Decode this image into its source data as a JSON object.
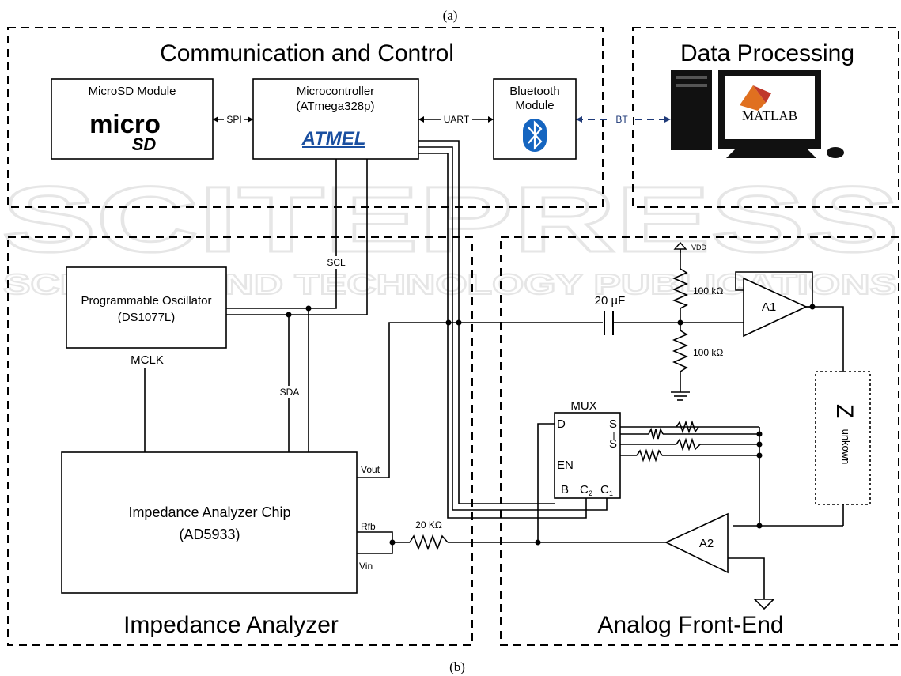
{
  "captions": {
    "top": "(a)",
    "bottom": "(b)"
  },
  "watermark": {
    "main": "SCITEPRESS",
    "sub": "SCIENCE AND TECHNOLOGY PUBLICATIONS"
  },
  "sections": {
    "comm": "Communication and Control",
    "data": "Data Processing",
    "imp": "Impedance Analyzer",
    "afe": "Analog Front-End"
  },
  "blocks": {
    "microsd_title": "MicroSD Module",
    "microsd_logo_top": "micro",
    "microsd_logo_bottom": "SD",
    "mcu_title": "Microcontroller",
    "mcu_sub": "(ATmega328p)",
    "mcu_logo": "ATMEL",
    "bt_title1": "Bluetooth",
    "bt_title2": "Module",
    "bt_icon": "bluetooth-icon",
    "osc_title": "Programmable Oscillator",
    "osc_sub": "(DS1077L)",
    "chip_title": "Impedance Analyzer Chip",
    "chip_sub": "(AD5933)",
    "matlab": "MATLAB",
    "mux": "MUX",
    "zunknown_main": "Z",
    "zunknown_sub": "unkown"
  },
  "links": {
    "spi": "SPI",
    "uart": "UART",
    "bt": "BT"
  },
  "signals": {
    "scl": "SCL",
    "sda": "SDA",
    "mclk": "MCLK",
    "vout": "Vout",
    "rfb": "Rfb",
    "vin": "Vin",
    "mux_d": "D",
    "mux_en": "EN",
    "mux_b": "B",
    "mux_c2": "C",
    "mux_c2_sub": "2",
    "mux_c1": "C",
    "mux_c1_sub": "1",
    "mux_s": "S",
    "vdd": "VDD"
  },
  "components": {
    "cap": "20 µF",
    "r_top": "100 kΩ",
    "r_bottom": "100 kΩ",
    "r_fb": "20 KΩ",
    "a1": "A1",
    "a2": "A2"
  },
  "colors": {
    "bt_link": "#1f3a78",
    "bt_badge": "#1565c0",
    "atmel": "#1a4fa0",
    "matlab_orange": "#e07020"
  }
}
